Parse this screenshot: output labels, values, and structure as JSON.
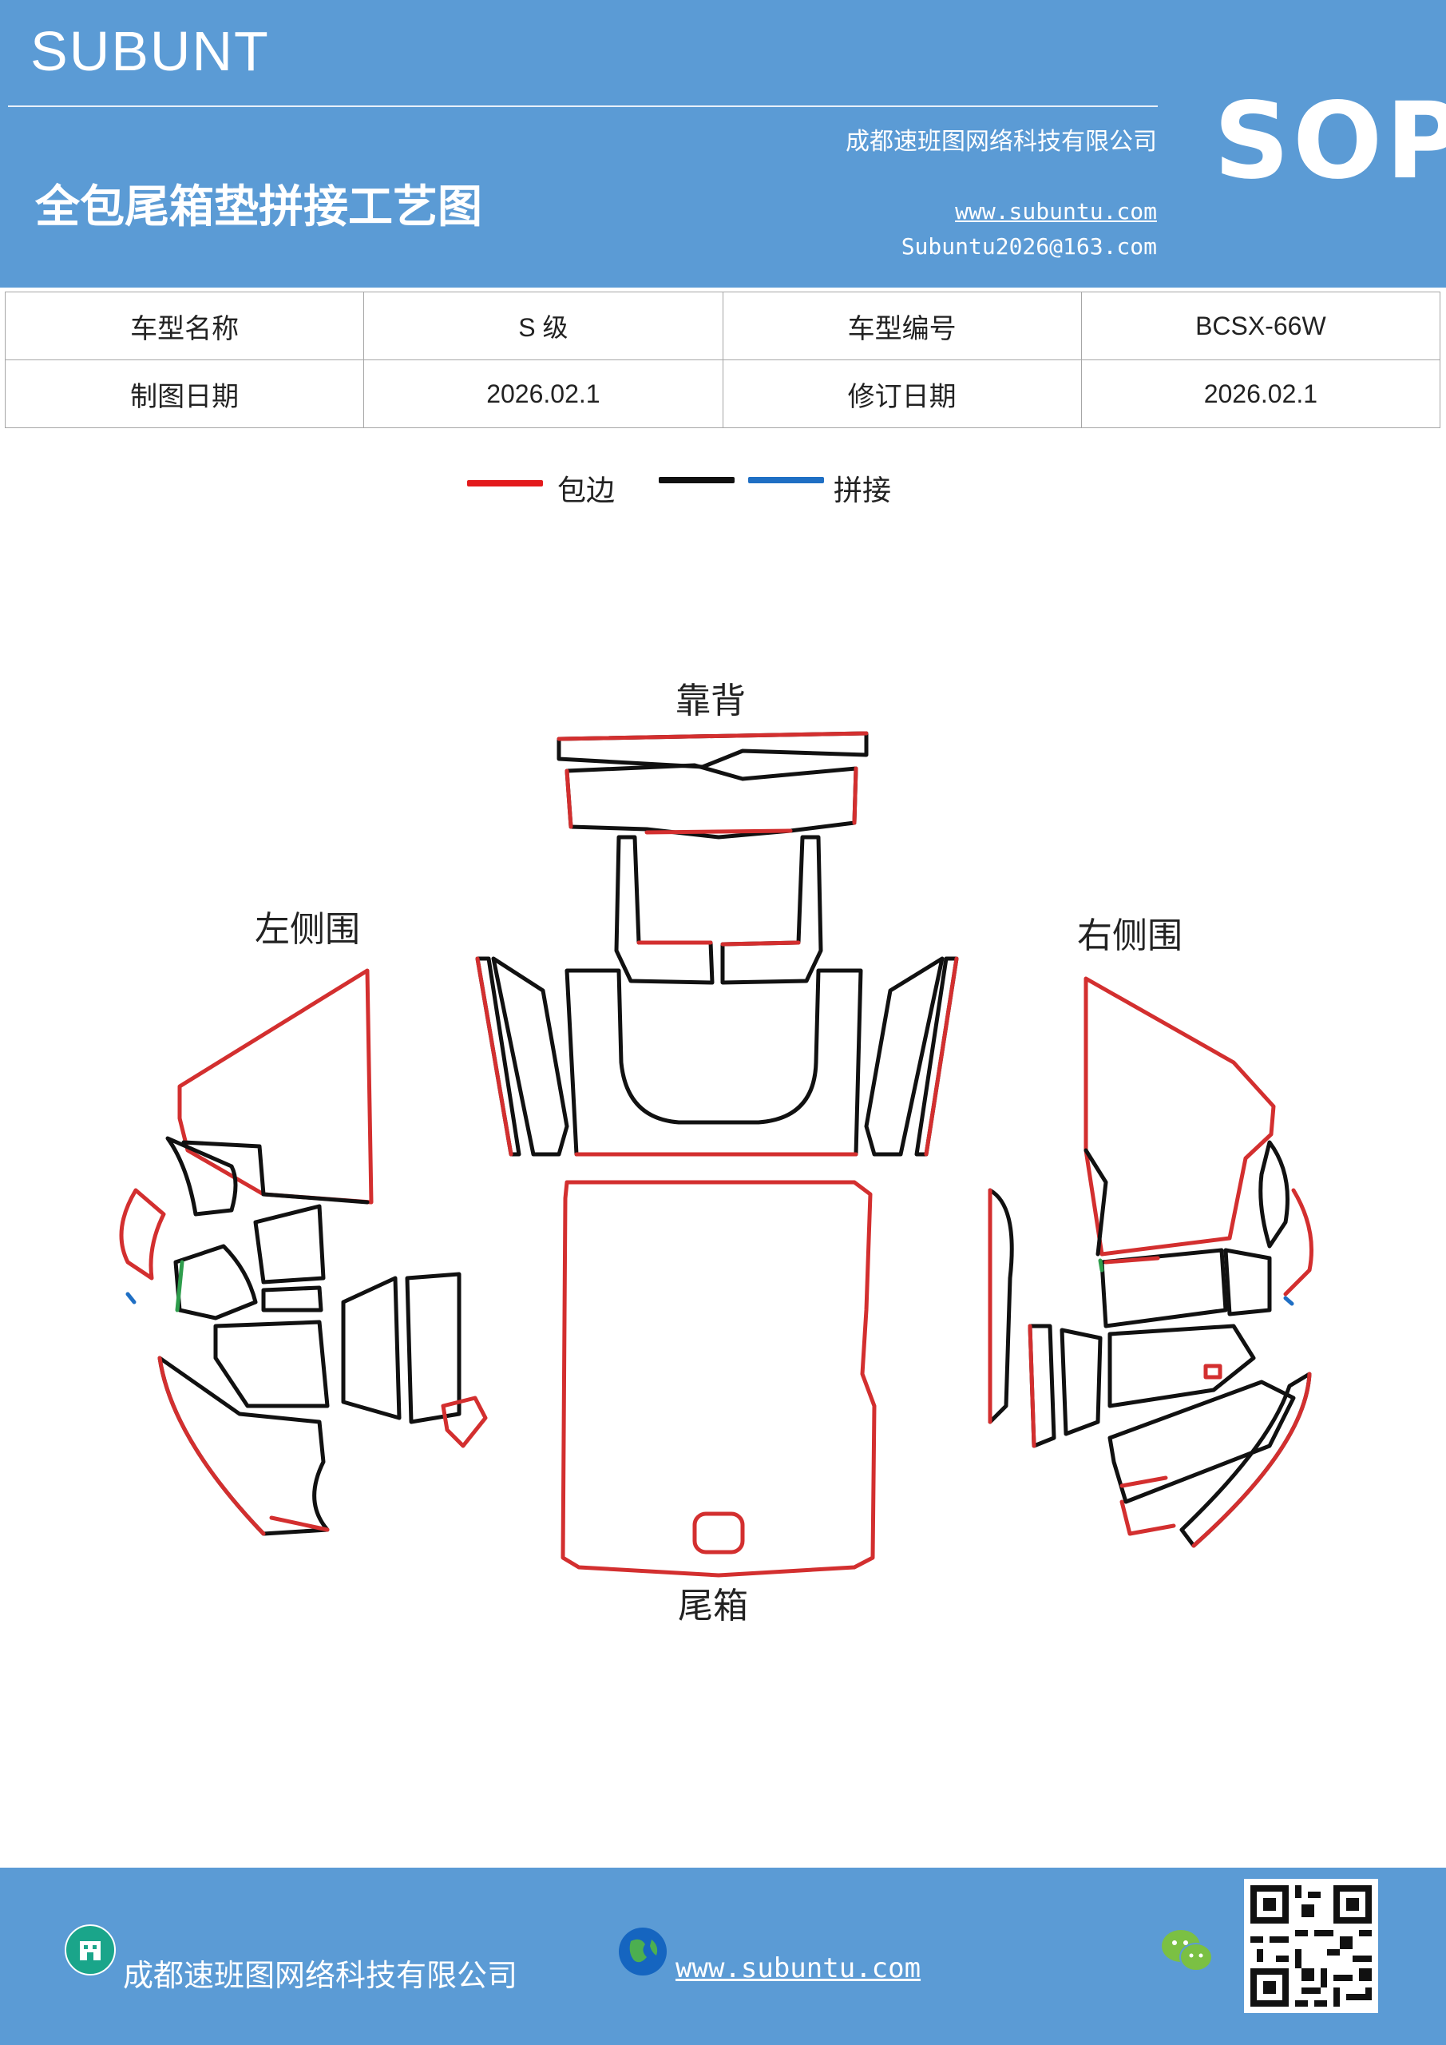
{
  "header": {
    "brand": "SUBUNT",
    "company": "成都速班图网络科技有限公司",
    "title": "全包尾箱垫拼接工艺图",
    "url": "www.subuntu.com",
    "email": "Subuntu2026@163.com",
    "badge": "SOP"
  },
  "info_table": {
    "rows": [
      {
        "label1": "车型名称",
        "value1": "S 级",
        "label2": "车型编号",
        "value2": "BCSX-66W"
      },
      {
        "label1": "制图日期",
        "value1": "2026.02.1",
        "label2": "修订日期",
        "value2": "2026.02.1"
      }
    ]
  },
  "legend": {
    "edge_label": "包边",
    "seam_label": "拼接",
    "edge_color": "#e31a1c",
    "seam_colors": [
      "#111111",
      "#1f6fc4"
    ]
  },
  "diagram": {
    "back_label": "靠背",
    "left_label": "左侧围",
    "right_label": "右侧围",
    "trunk_label": "尾箱",
    "edge_color": "#d32f2f",
    "seam_color": "#111111"
  },
  "footer": {
    "company": "成都速班图网络科技有限公司",
    "url": "www.subuntu.com",
    "icons": [
      "building-icon",
      "globe-icon",
      "wechat-icon",
      "qr-code"
    ]
  }
}
